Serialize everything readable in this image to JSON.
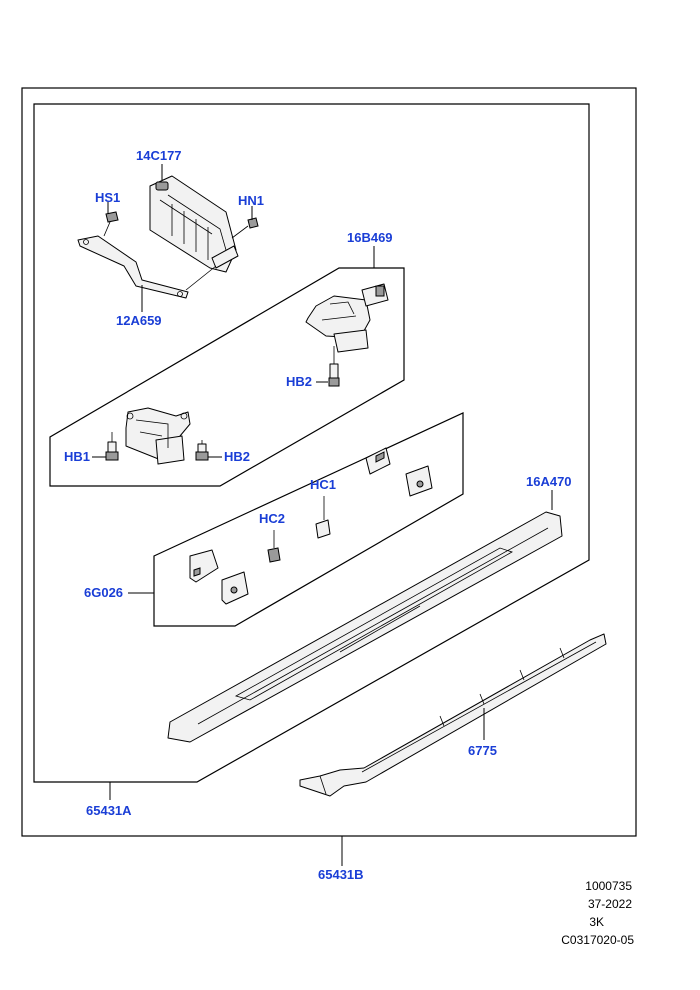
{
  "callouts": {
    "c14C177": "14C177",
    "cHS1": "HS1",
    "cHN1": "HN1",
    "c12A659": "12A659",
    "c16B469": "16B469",
    "cHB2_top": "HB2",
    "cHB1": "HB1",
    "cHB2_bottom": "HB2",
    "cHC1": "HC1",
    "cHC2": "HC2",
    "c16A470": "16A470",
    "c6G026": "6G026",
    "c6775": "6775",
    "c65431A": "65431A",
    "c65431B": "65431B"
  },
  "reference": {
    "line1": "1000735",
    "line2": "37-2022",
    "line3": "3K",
    "line4": "C0317020-05"
  },
  "colors": {
    "callout_text": "#1a3ed6",
    "line": "#000000"
  }
}
